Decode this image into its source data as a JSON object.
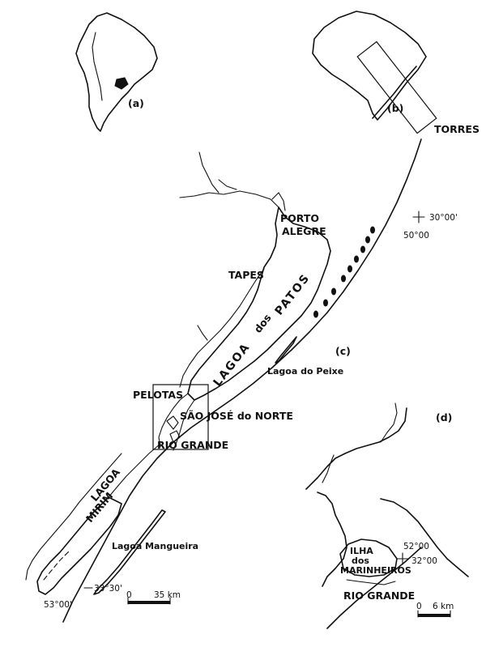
{
  "panels": {
    "a": "(a)",
    "b": "(b)",
    "c": "(c)",
    "d": "(d)"
  },
  "places": {
    "torres": "TORRES",
    "porto": "PORTO",
    "alegre": "ALEGRE",
    "tapes": "TAPES",
    "lagoa_patos_1": "LAGOA",
    "lagoa_patos_2": "dos",
    "lagoa_patos_3": "PATOS",
    "lagoa_peixe": "Lagoa do Peixe",
    "pelotas": "PELOTAS",
    "sao_jose": "SÃO JOSÉ do NORTE",
    "rio_grande": "RIO GRANDE",
    "lagoa_mirim_1": "LAGOA",
    "lagoa_mirim_2": "MIRIM",
    "lagoa_mangueira": "Lagoa Mangueira",
    "ilha_1": "ILHA",
    "ilha_2": "dos",
    "ilha_3": "MARINHEIROS",
    "rio_grande_d": "RIO GRANDE"
  },
  "coords": {
    "lat_30": "30°00'",
    "lon_50": "50°00",
    "lat_33": "33°30'",
    "lon_53": "53°00'",
    "d_lat": "32°00",
    "d_lon": "52°00"
  },
  "scales": {
    "main_zero": "0",
    "main_label": "35 km",
    "d_zero": "0",
    "d_label": "6 km"
  }
}
